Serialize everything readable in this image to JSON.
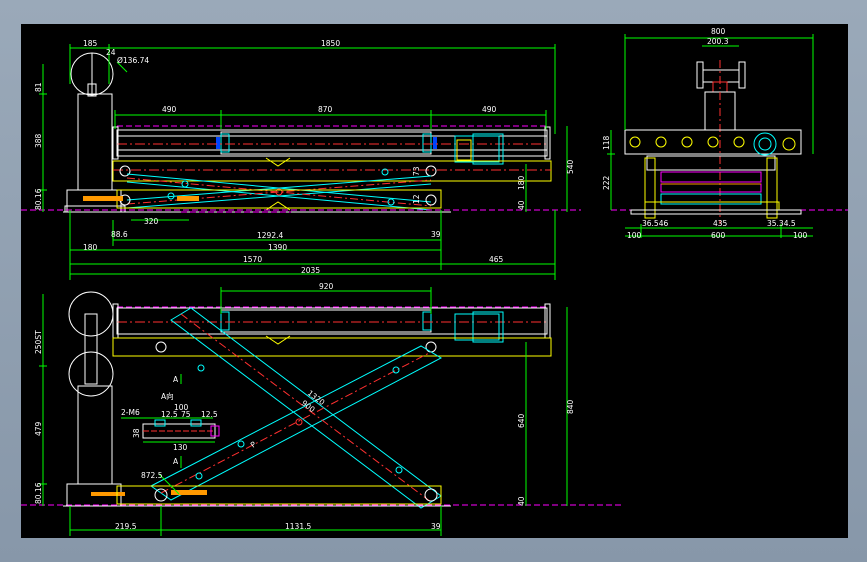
{
  "dims_top": {
    "d185": "185",
    "d24": "24",
    "d136": "Ø136.74",
    "d1850": "1850",
    "d81": "81",
    "d388": "388",
    "d80": "80.16",
    "d490a": "490",
    "d870": "870",
    "d490b": "490",
    "d540": "540",
    "d180v": "180",
    "d40": "40",
    "d12": "12",
    "d73": "73",
    "d320": "320",
    "d88": "88.6",
    "d1292": "1292.4",
    "d39": "39",
    "d180": "180",
    "d1390": "1390",
    "d1570": "1570",
    "d465": "465",
    "d2035": "2035"
  },
  "dims_side": {
    "d800": "800",
    "d200": "200.3",
    "d118": "118",
    "d222": "222",
    "d36": "36.546",
    "d435": "435",
    "d35": "35.34.5",
    "d100a": "100",
    "d600": "600",
    "d100b": "100"
  },
  "dims_bottom": {
    "d920": "920",
    "d250": "250ST",
    "d479": "479",
    "d80b": "80.16",
    "d840": "840",
    "d640": "640",
    "d40b": "40",
    "d219": "219.5",
    "d1131": "1131.5",
    "d39b": "39",
    "d1320": "1320",
    "d900": "900",
    "dp": "P",
    "d872": "872.5",
    "dA1": "A",
    "dA2": "A"
  },
  "detail": {
    "title": "A向",
    "bolts": "2-M6",
    "d100": "100",
    "d12a": "12.5",
    "d75": "75",
    "d12b": "12.5",
    "d38": "38",
    "d130": "130"
  }
}
